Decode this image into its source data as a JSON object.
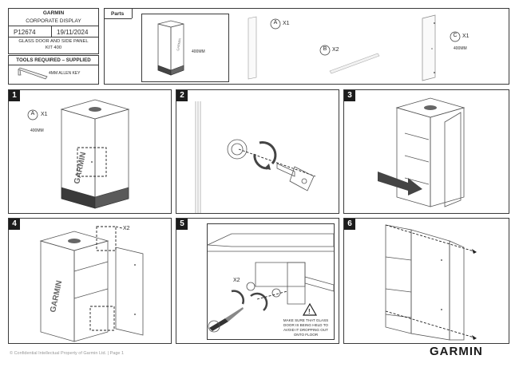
{
  "header": {
    "brand": "GARMIN",
    "product": "CORPORATE DISPLAY",
    "part_number": "P12674",
    "date": "19/11/2024",
    "description_line1": "GLASS DOOR AND SIDE PANEL",
    "description_line2": "KIT 400",
    "tools_title": "TOOLS REQUIRED – SUPPLIED",
    "tool_label": "4MM ALLEN KEY"
  },
  "parts": {
    "title": "Parts",
    "cabinet_size": "400MM",
    "part_a_letter": "A",
    "part_a_qty": "X1",
    "part_b_letter": "B",
    "part_b_qty": "X2",
    "part_c_letter": "C",
    "part_c_qty": "X1",
    "part_c_size": "400MM"
  },
  "steps": [
    {
      "number": "1",
      "letter": "A",
      "qty": "X1",
      "size": "400MM"
    },
    {
      "number": "2"
    },
    {
      "number": "3"
    },
    {
      "number": "4",
      "qty": "X2"
    },
    {
      "number": "5",
      "qty": "X2",
      "warning_line1": "MAKE SURE THAT GLASS",
      "warning_line2": "DOOR IS BEING HELD TO",
      "warning_line3": "AVOID IT DROPPING OUT",
      "warning_line4": "ONTO FLOOR"
    },
    {
      "number": "6"
    }
  ],
  "cabinet_logo": "GARMIN",
  "footer": {
    "confidential": "© Confidential Intellectual Property of Garmin Ltd. | Page 1",
    "logo": "GARMIN"
  }
}
